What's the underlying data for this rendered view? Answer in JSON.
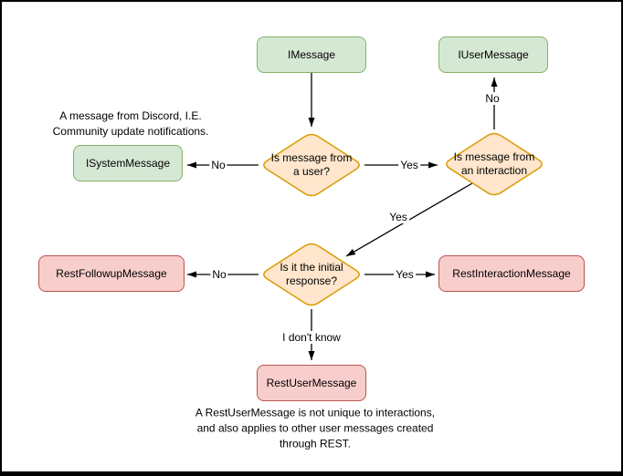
{
  "canvas": {
    "background": "#ffffff",
    "border_color": "#000000"
  },
  "palette": {
    "interface_fill": "#d5e8d4",
    "interface_stroke": "#82b366",
    "decision_fill": "#ffe6cc",
    "decision_stroke": "#d79b00",
    "rest_fill": "#f8cecc",
    "rest_stroke": "#b85450",
    "edge_color": "#000000"
  },
  "nodes": {
    "imessage": {
      "label": "IMessage"
    },
    "iusermessage": {
      "label": "IUserMessage"
    },
    "isystemmessage": {
      "label": "ISystemMessage"
    },
    "restfollowupmessage": {
      "label": "RestFollowupMessage"
    },
    "restinteractionmessage": {
      "label": "RestInteractionMessage"
    },
    "restusermessage": {
      "label": "RestUserMessage"
    }
  },
  "decisions": {
    "is_from_user": {
      "label": "Is message from\na user?"
    },
    "is_from_interaction": {
      "label": "Is message from\nan interaction"
    },
    "is_initial_response": {
      "label": "Is it the initial\nresponse?"
    }
  },
  "edge_labels": {
    "user_yes": "Yes",
    "user_no": "No",
    "interaction_no": "No",
    "interaction_yes": "Yes",
    "initial_no": "No",
    "initial_yes": "Yes",
    "initial_unknown": "I don't know"
  },
  "annotations": {
    "system_message_note": "A message from Discord, I.E.\nCommunity update notifications.",
    "rest_user_message_note": "A RestUserMessage is not unique to interactions,\nand also applies to other user messages created\nthrough REST."
  }
}
